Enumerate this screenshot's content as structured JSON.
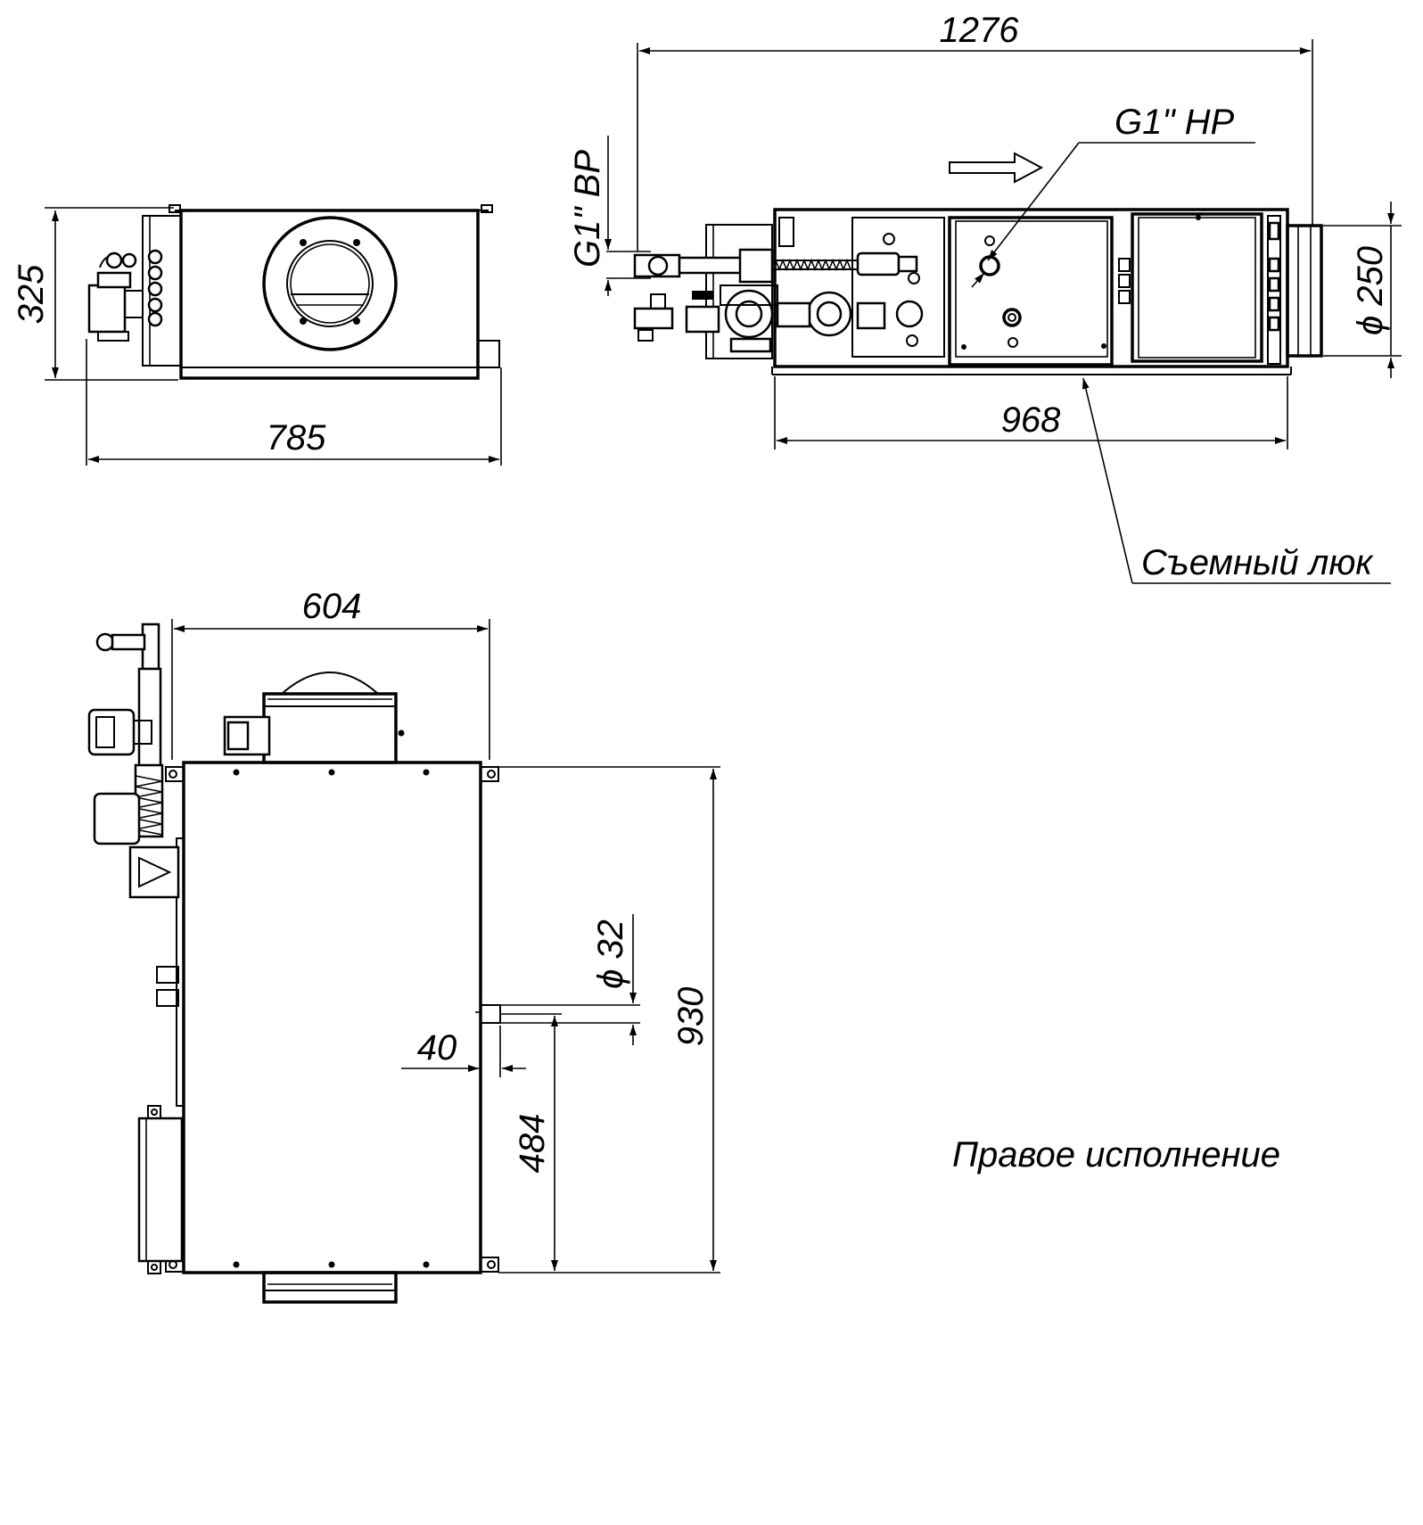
{
  "dimensions": {
    "front_height": "325",
    "front_width": "785",
    "top_length": "1276",
    "top_body_length": "968",
    "duct_diameter": "ϕ 250",
    "side_width": "604",
    "side_length": "930",
    "drain_offset": "484",
    "drain_protrusion": "40",
    "drain_diameter": "ϕ 32"
  },
  "labels": {
    "thread_inner": "G1\" ВР",
    "thread_outer": "G1\" НР",
    "removable_hatch": "Съемный люк",
    "version_note": "Правое исполнение"
  },
  "colors": {
    "line": "#000000",
    "background": "#ffffff"
  }
}
